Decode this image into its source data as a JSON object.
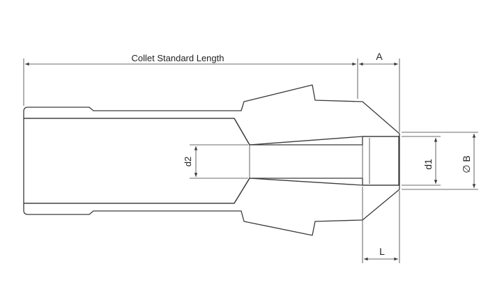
{
  "labels": {
    "collet_length": "Collet Standard Length",
    "a": "A",
    "d2": "d2",
    "d1": "d1",
    "diameter_b": "∅ B",
    "l": "L"
  },
  "colors": {
    "line": "#3a3a3a",
    "background": "#ffffff"
  }
}
